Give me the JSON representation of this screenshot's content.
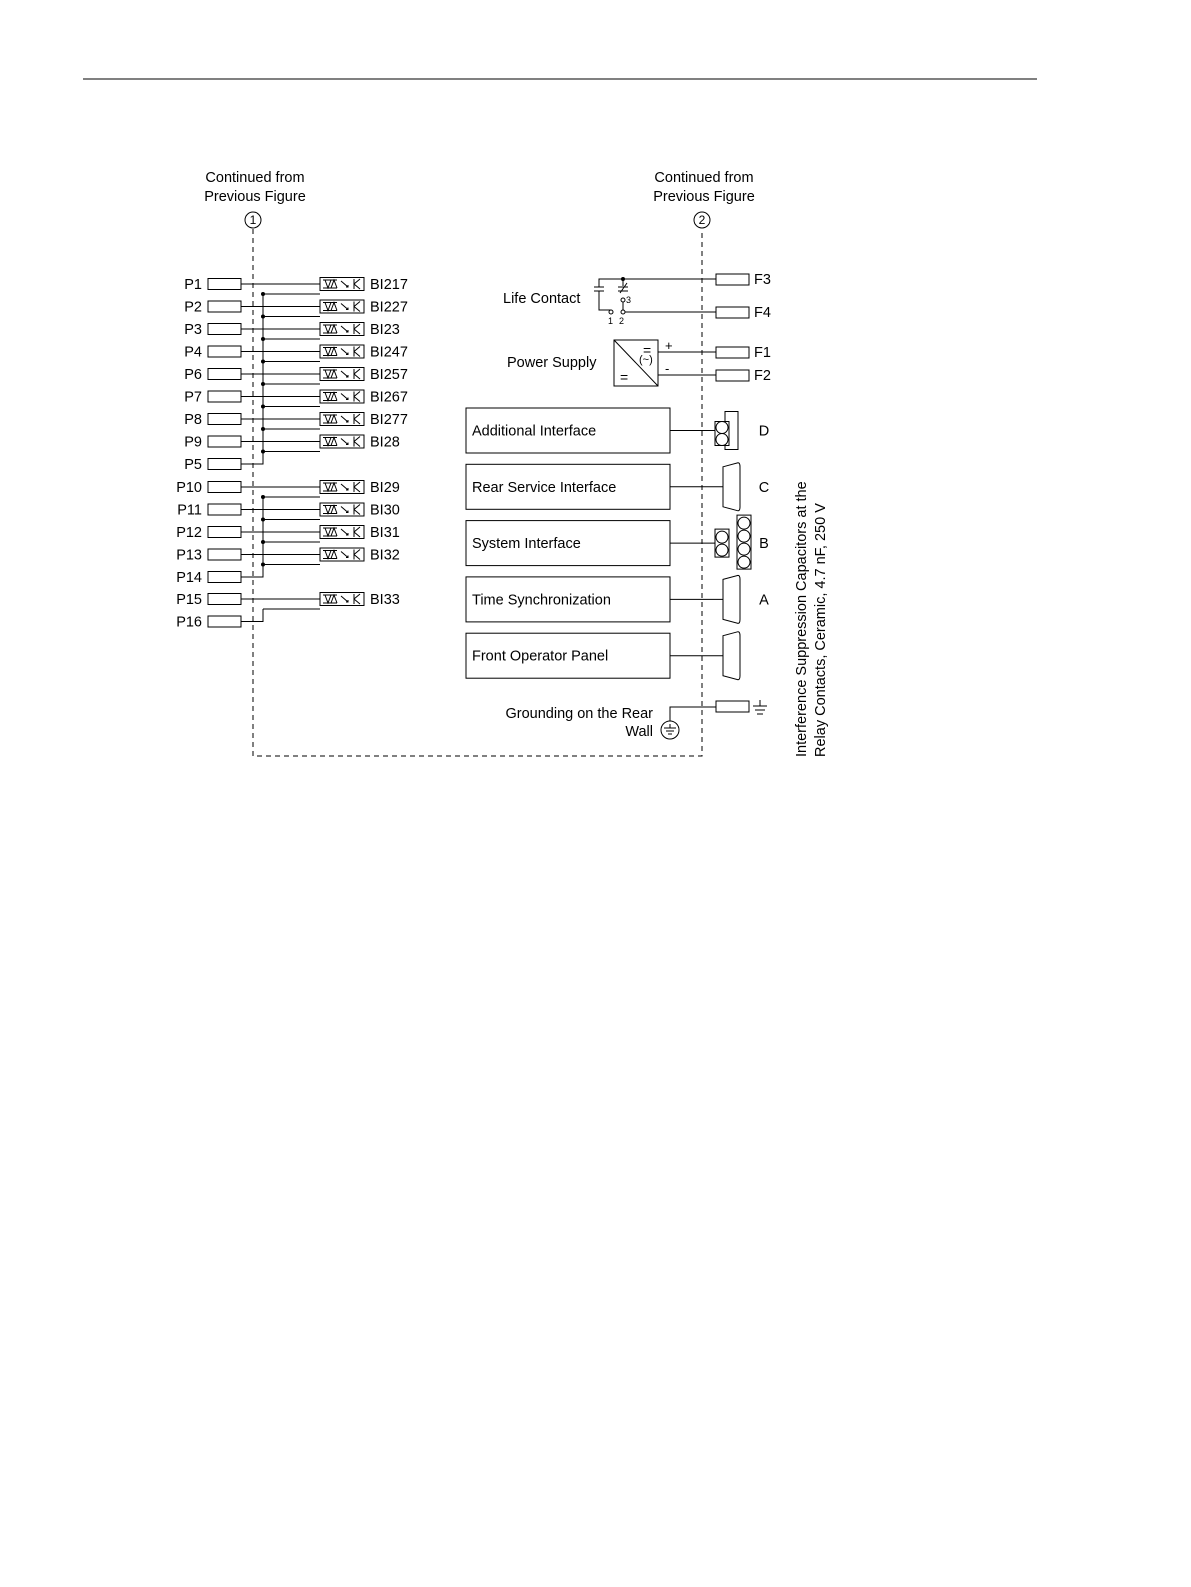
{
  "continuation": {
    "left_line1": "Continued from",
    "left_line2": "Previous Figure",
    "left_marker": "1",
    "right_line1": "Continued from",
    "right_line2": "Previous Figure",
    "right_marker": "2"
  },
  "left_terminals": {
    "group1": [
      {
        "terminal": "P1",
        "input": "BI217"
      },
      {
        "terminal": "P2",
        "input": "BI227"
      },
      {
        "terminal": "P3",
        "input": "BI23"
      },
      {
        "terminal": "P4",
        "input": "BI247"
      },
      {
        "terminal": "P6",
        "input": "BI257"
      },
      {
        "terminal": "P7",
        "input": "BI267"
      },
      {
        "terminal": "P8",
        "input": "BI277"
      },
      {
        "terminal": "P9",
        "input": "BI28"
      }
    ],
    "group1_common": "P5",
    "group2": [
      {
        "terminal": "P10",
        "input": "BI29"
      },
      {
        "terminal": "P11",
        "input": "BI30"
      },
      {
        "terminal": "P12",
        "input": "BI31"
      },
      {
        "terminal": "P13",
        "input": "BI32"
      }
    ],
    "group2_common": "P14",
    "group3": [
      {
        "terminal": "P15",
        "input": "BI33"
      }
    ],
    "group3_common": "P16"
  },
  "life_contact": {
    "label": "Life Contact",
    "pin1": "1",
    "pin2": "2",
    "pin3": "3",
    "terminal_a": "F3",
    "terminal_b": "F4"
  },
  "power_supply": {
    "label": "Power Supply",
    "plus": "+",
    "minus": "-",
    "dc_top": "=",
    "ac": "(~)",
    "dc_bottom": "=",
    "terminal_plus": "F1",
    "terminal_minus": "F2"
  },
  "interfaces": [
    {
      "label": "Additional Interface",
      "port": "D"
    },
    {
      "label": "Rear Service Interface",
      "port": "C"
    },
    {
      "label": "System Interface",
      "port": "B"
    },
    {
      "label": "Time Synchronization",
      "port": "A"
    },
    {
      "label": "Front Operator Panel",
      "port": ""
    }
  ],
  "grounding": {
    "line1": "Grounding on the Rear",
    "line2": "Wall"
  },
  "side_note": {
    "line1": "Interference Suppression Capacitors at the",
    "line2": "Relay Contacts, Ceramic, 4.7 nF, 250 V"
  },
  "colors": {
    "line": "#000000",
    "background": "#ffffff"
  }
}
